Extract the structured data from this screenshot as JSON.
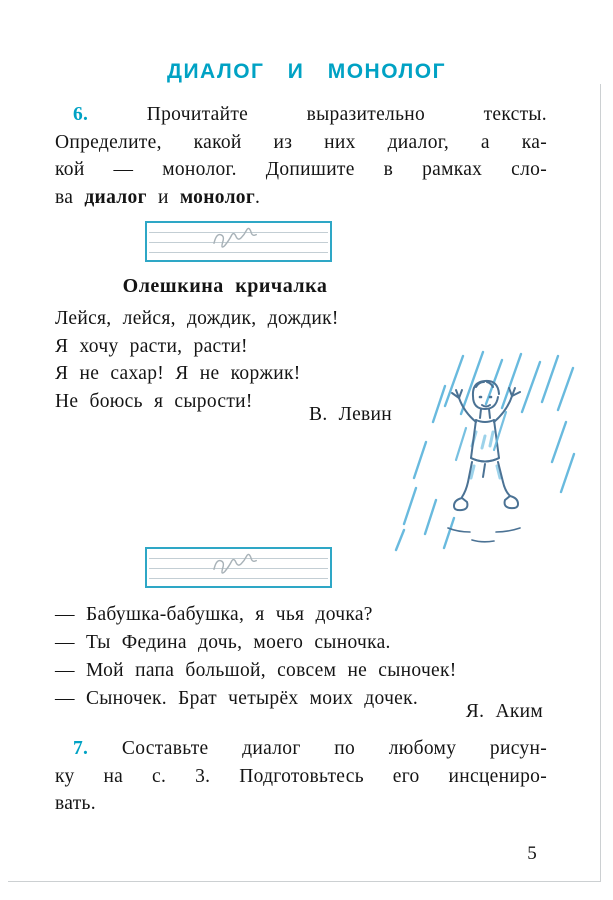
{
  "colors": {
    "accent_teal": "#00a2c4",
    "rain_blue": "#69bade",
    "figure_ink": "#4b7294"
  },
  "page": {
    "title": "ДИАЛОГ И МОНОЛОГ",
    "number": "5"
  },
  "exercise6": {
    "number": "6.",
    "line1": "Прочитайте выразительно тексты.",
    "line2": "Определите, какой из них диалог, а ка-",
    "line3": "кой — монолог. Допишите в рамках сло-",
    "line4": {
      "p1": "ва ",
      "b1": "диалог",
      "p2": " и ",
      "b2": "монолог",
      "p3": "."
    }
  },
  "poem": {
    "title": "Олешкина кричалка",
    "lines": [
      "Лейся, лейся, дождик, дождик!",
      "Я хочу расти, расти!",
      "Я не сахар! Я не коржик!",
      "Не боюсь я сырости!"
    ],
    "author": "В. Левин"
  },
  "dialog": {
    "lines": [
      "— Бабушка-бабушка, я чья дочка?",
      "— Ты Федина дочь, моего сыночка.",
      "— Мой папа большой, совсем не сыночек!",
      "— Сыночек. Брат четырёх моих дочек."
    ],
    "author": "Я. Аким"
  },
  "exercise7": {
    "number": "7.",
    "line1": "Составьте диалог по любому рисун-",
    "line2": "ку на с. 3. Подготовьтесь его инсцениро-",
    "line3": "вать."
  }
}
